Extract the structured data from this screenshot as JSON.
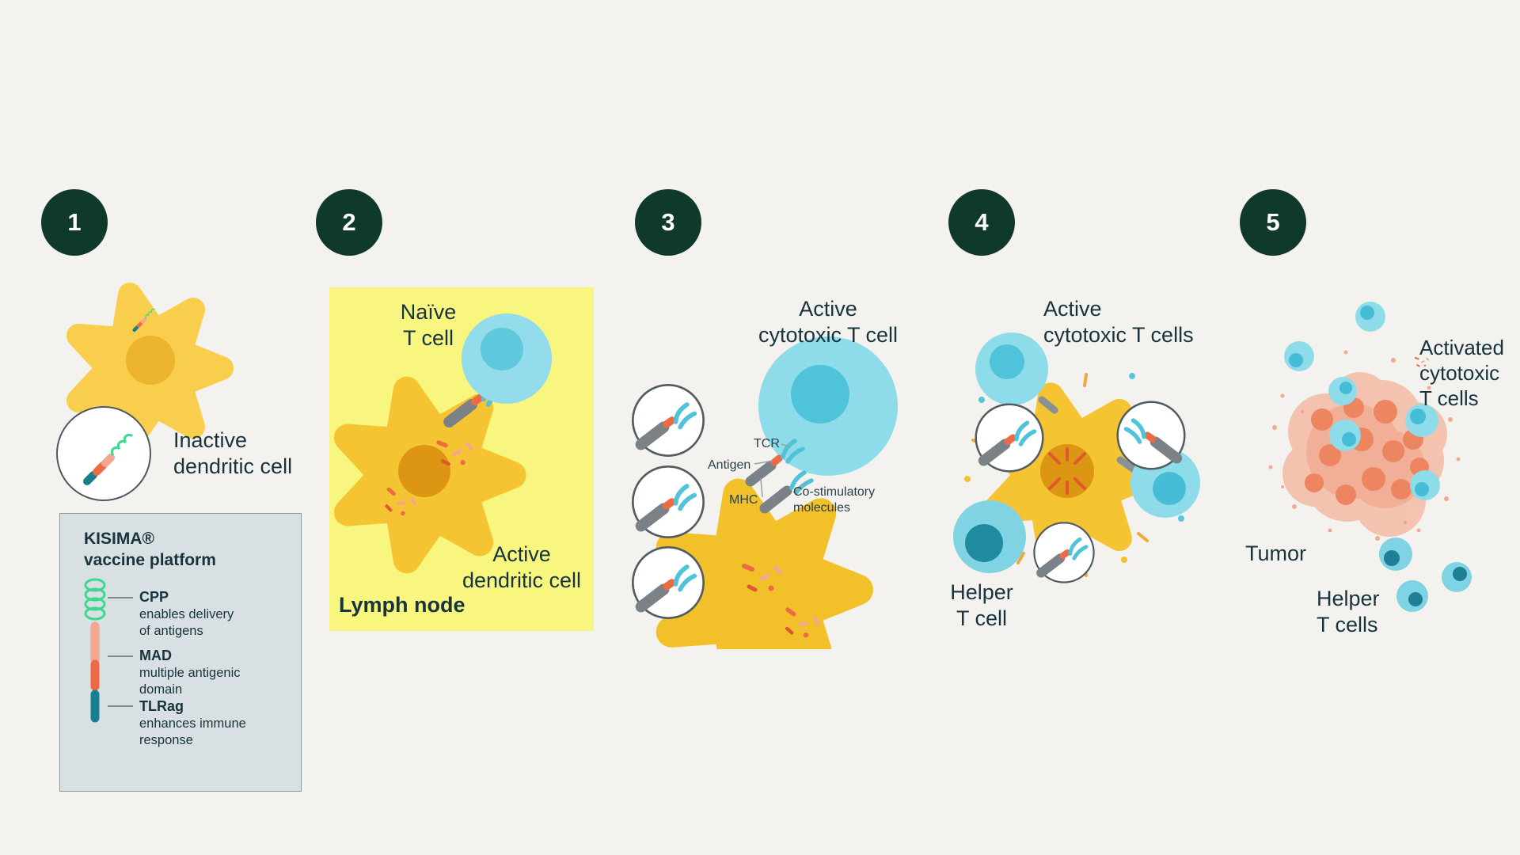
{
  "page": {
    "background": "#f4f2ef",
    "text_color": "#17333c",
    "badge_color": "#0e392b"
  },
  "colors": {
    "dendritic_yellow": "#f5c433",
    "nucleus_orange": "#dd9613",
    "t_cell_blue": "#8edce9",
    "t_cell_nucleus": "#4fc3da",
    "helper_nucleus": "#1f8aa0",
    "tumor_salmon": "#f5b096",
    "tumor_nucleus": "#ec8560",
    "cpp_green": "#3ed98f",
    "mad_salmon": "#f4a68e",
    "mad_orange": "#ee6a45",
    "tlrag_teal": "#177e8e",
    "lymph_panel_yellow": "#f9f67f",
    "legend_gray": "#d9e0e3"
  },
  "icons": {
    "dendritic_cell": "star-blob-shape",
    "t_cell": "circle-with-nucleus",
    "magnifier": "zoom-lens-circle",
    "synapse": "mhc-rod-with-tcr-claw",
    "tumor": "speckled-cell-cluster",
    "vaccine_construct": "coil-and-segmented-rod"
  },
  "steps": {
    "one": {
      "number": "1",
      "label": "Inactive\ndendritic cell"
    },
    "two": {
      "number": "2",
      "naive_label": "Naïve\nT cell",
      "active_label": "Active\ndendritic cell",
      "panel_label": "Lymph node"
    },
    "three": {
      "number": "3",
      "title": "Active\ncytotoxic T cell",
      "tcr": "TCR",
      "antigen": "Antigen",
      "mhc": "MHC",
      "costim": "Co-stimulatory\nmolecules"
    },
    "four": {
      "number": "4",
      "title": "Active\ncytotoxic T cells",
      "helper": "Helper\nT cell"
    },
    "five": {
      "number": "5",
      "activated": "Activated\ncytotoxic\nT cells",
      "tumor": "Tumor",
      "helper": "Helper\nT cells"
    }
  },
  "legend": {
    "title": "KISIMA®\nvaccine platform",
    "items": [
      {
        "name": "CPP",
        "desc": "enables delivery\nof antigens"
      },
      {
        "name": "MAD",
        "desc": "multiple antigenic\ndomain"
      },
      {
        "name": "TLRag",
        "desc": "enhances immune\nresponse"
      }
    ]
  }
}
